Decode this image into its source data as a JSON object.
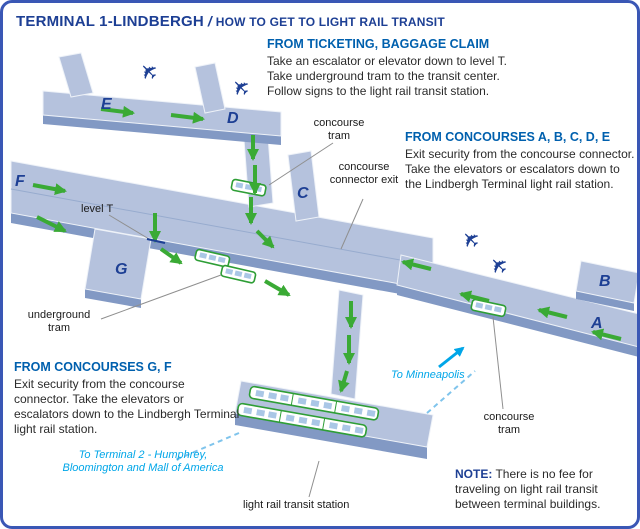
{
  "colors": {
    "border_blue": "#3a57b5",
    "title_navy": "#1d3f94",
    "heading_blue": "#0060ae",
    "body_text": "#2b2b2b",
    "terminal_top": "#b5c2dd",
    "terminal_side": "#8299c4",
    "route_green": "#3aaa35",
    "transit_cyan": "#00a6e8",
    "tram_outline_green": "#2e9e36"
  },
  "title": {
    "main": "TERMINAL 1-LINDBERGH",
    "separator": "/",
    "subtitle": "HOW TO GET TO LIGHT RAIL TRANSIT"
  },
  "instructions": [
    {
      "heading": "FROM TICKETING, BAGGAGE CLAIM",
      "body": "Take an escalator or elevator down to level T. Take underground tram to the transit center. Follow signs to the light rail transit station."
    },
    {
      "heading": "FROM CONCOURSES A, B, C, D, E",
      "body": "Exit security from the concourse connector. Take the elevators or escalators down to the Lindbergh Terminal light rail station."
    },
    {
      "heading": "FROM CONCOURSES G, F",
      "body": "Exit security from the concourse connector. Take the elevators or escalators down to the Lindbergh Terminal light rail station."
    }
  ],
  "note": {
    "label": "NOTE:",
    "text": "There is no fee for traveling on light rail transit between terminal buildings."
  },
  "map_labels": {
    "concourse_tram_top": "concourse tram",
    "concourse_connector_exit": "concourse connector exit",
    "level_t": "level T",
    "underground_tram": "underground tram",
    "light_rail_station": "light rail transit station",
    "concourse_tram_bottom": "concourse tram",
    "to_minneapolis": "To Minneapolis",
    "to_terminal_2": "To Terminal 2 - Humphrey, Bloomington and Mall of America"
  },
  "concourses": [
    "E",
    "D",
    "F",
    "C",
    "G",
    "B",
    "A"
  ],
  "icons": {
    "airplane": "✈"
  }
}
